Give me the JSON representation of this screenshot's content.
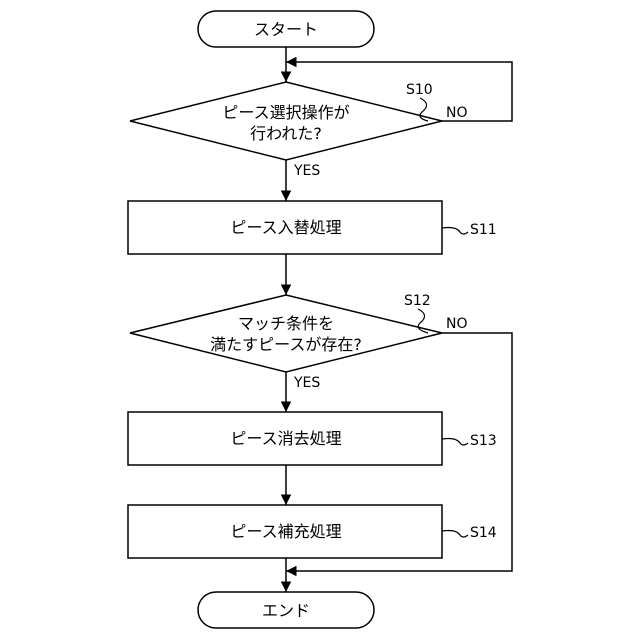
{
  "flowchart": {
    "start_label": "スタート",
    "end_label": "エンド",
    "steps": {
      "s10": {
        "label": "S10",
        "line1": "ピース選択操作が",
        "line2": "行われた?",
        "yes": "YES",
        "no": "NO"
      },
      "s11": {
        "label": "S11",
        "text": "ピース入替処理"
      },
      "s12": {
        "label": "S12",
        "line1": "マッチ条件を",
        "line2": "満たすピースが存在?",
        "yes": "YES",
        "no": "NO"
      },
      "s13": {
        "label": "S13",
        "text": "ピース消去処理"
      },
      "s14": {
        "label": "S14",
        "text": "ピース補充処理"
      }
    }
  },
  "colors": {
    "line": "#000000",
    "background": "#ffffff"
  }
}
